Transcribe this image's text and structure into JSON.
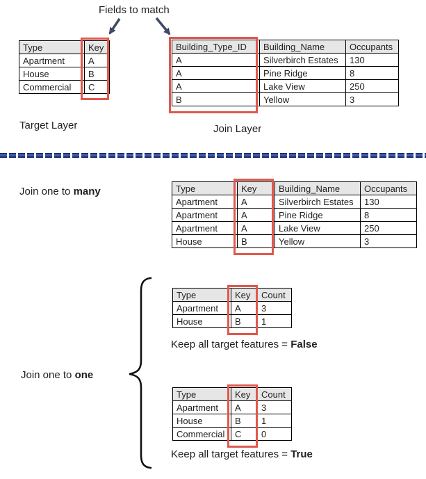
{
  "title": "Fields to match",
  "colors": {
    "highlight_red": "#e0584e",
    "dash_blue": "#3f5cb5",
    "dash_edge": "#1d2a63",
    "arrow": "#3d4a63",
    "header_fill": "#e7e6e6"
  },
  "target_layer": {
    "label": "Target Layer",
    "table": {
      "headers": [
        "Type",
        "Key"
      ],
      "rows": [
        [
          "Apartment",
          "A"
        ],
        [
          "House",
          "B"
        ],
        [
          "Commercial",
          "C"
        ]
      ]
    }
  },
  "join_layer": {
    "label": "Join Layer",
    "table": {
      "headers": [
        "Building_Type_ID",
        "Building_Name",
        "Occupants"
      ],
      "rows": [
        [
          "A",
          "Silverbirch Estates",
          "130"
        ],
        [
          "A",
          "Pine Ridge",
          "8"
        ],
        [
          "A",
          "Lake View",
          "250"
        ],
        [
          "B",
          "Yellow",
          "3"
        ]
      ]
    }
  },
  "join_one_to_many": {
    "label_prefix": "Join one to ",
    "label_bold": "many",
    "table": {
      "headers": [
        "Type",
        "Key",
        "Building_Name",
        "Occupants"
      ],
      "rows": [
        [
          "Apartment",
          "A",
          "Silverbirch Estates",
          "130"
        ],
        [
          "Apartment",
          "A",
          "Pine Ridge",
          "8"
        ],
        [
          "Apartment",
          "A",
          "Lake View",
          "250"
        ],
        [
          "House",
          "B",
          "Yellow",
          "3"
        ]
      ]
    }
  },
  "join_one_to_one": {
    "label_prefix": "Join one to ",
    "label_bold": "one",
    "false_case": {
      "table": {
        "headers": [
          "Type",
          "Key",
          "Count"
        ],
        "rows": [
          [
            "Apartment",
            "A",
            "3"
          ],
          [
            "House",
            "B",
            "1"
          ]
        ]
      },
      "caption_prefix": "Keep all target features = ",
      "caption_bold": "False"
    },
    "true_case": {
      "table": {
        "headers": [
          "Type",
          "Key",
          "Count"
        ],
        "rows": [
          [
            "Apartment",
            "A",
            "3"
          ],
          [
            "House",
            "B",
            "1"
          ],
          [
            "Commercial",
            "C",
            "0"
          ]
        ]
      },
      "caption_prefix": "Keep all target features = ",
      "caption_bold": "True"
    }
  }
}
